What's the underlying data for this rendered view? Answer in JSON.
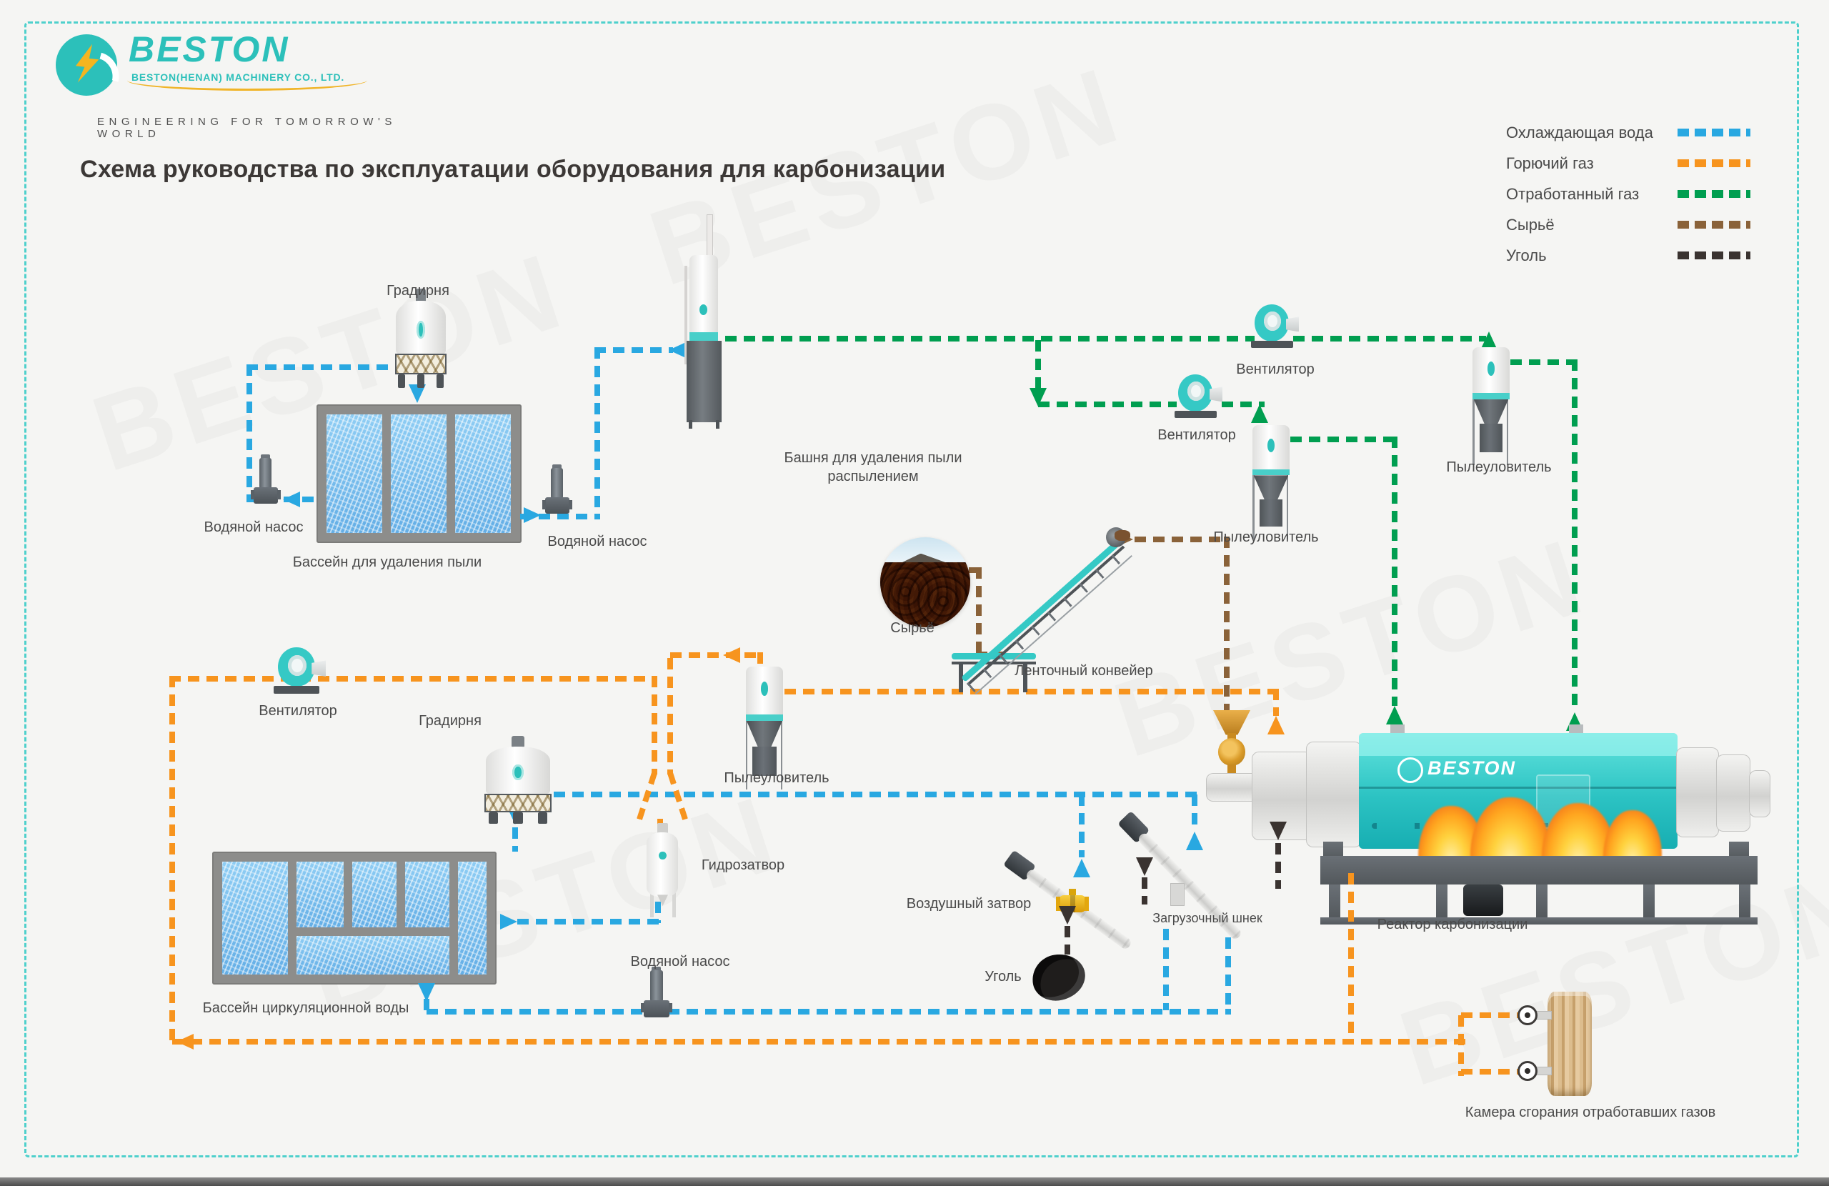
{
  "logo": {
    "name": "BESTON",
    "company": "BESTON(HENAN) MACHINERY CO., LTD.",
    "tagline": "ENGINEERING FOR TOMORROW'S WORLD"
  },
  "title": "Схема руководства по эксплуатации оборудования для карбонизации",
  "legend": {
    "items": [
      {
        "label": "Охлаждающая вода",
        "color": "#29a8e1"
      },
      {
        "label": "Горючий газ",
        "color": "#f7941e"
      },
      {
        "label": "Отработанный газ",
        "color": "#009e50"
      },
      {
        "label": "Сырьё",
        "color": "#8a6239"
      },
      {
        "label": "Уголь",
        "color": "#3a3330"
      }
    ]
  },
  "labels": {
    "cooling_tower_1": "Градирня",
    "spray_tower": "Башня для удаления пыли распылением",
    "fan_top": "Вентилятор",
    "fan_mid": "Вентилятор",
    "fan_left": "Вентилятор",
    "dust_collector_right": "Пылеуловитель",
    "dust_collector_mid": "Пылеуловитель",
    "dust_collector_left": "Пылеуловитель",
    "water_pump_left": "Водяной насос",
    "water_pump_right": "Водяной насос",
    "water_pump_bottom": "Водяной насос",
    "dust_pool": "Бассейн для удаления пыли",
    "raw_material": "Сырьё",
    "belt_conveyor": "Ленточный конвейер",
    "cooling_tower_2": "Градирня",
    "hydro_seal": "Гидрозатвор",
    "air_lock": "Воздушный затвор",
    "loading_screw": "Загрузочный шнек",
    "coal": "Уголь",
    "reactor": "Реактор карбонизации",
    "circulating_pool": "Бассейн циркуляционной воды",
    "combustion_chamber": "Камера сгорания отработавших газов"
  },
  "reactor_branding": "BESTON",
  "line_colors": {
    "cooling_water": "#29a8e1",
    "combustible_gas": "#f7941e",
    "exhaust_gas": "#009e50",
    "raw_material": "#8a6239",
    "coal": "#3a3330"
  }
}
